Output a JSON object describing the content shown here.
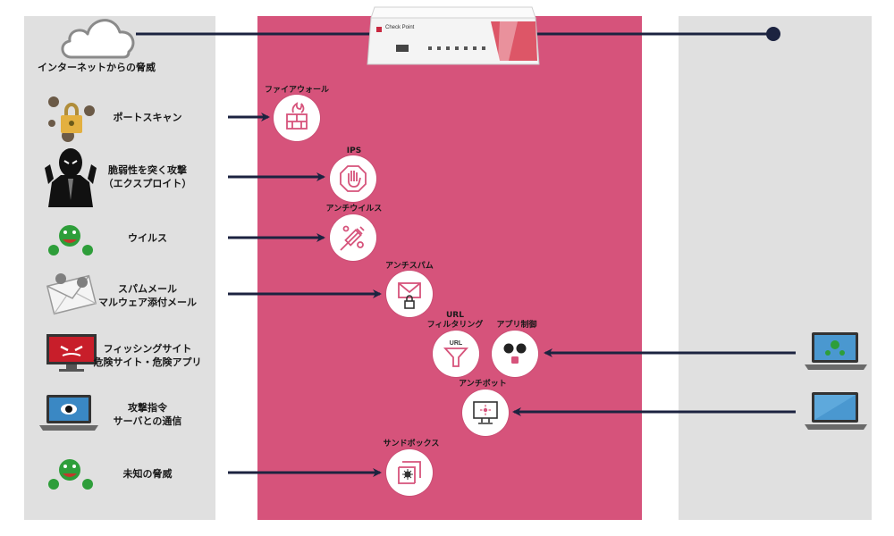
{
  "internet": {
    "label": "インターネットからの脅威",
    "icon": "cloud-icon"
  },
  "device": {
    "brand": "Check Point",
    "icon": "firewall-appliance-icon"
  },
  "threats": [
    {
      "lines": [
        "ポートスキャン"
      ],
      "icon": "port-scan-lock-icon"
    },
    {
      "lines": [
        "脆弱性を突く攻撃",
        "（エクスプロイト）"
      ],
      "icon": "hacker-icon"
    },
    {
      "lines": [
        "ウイルス"
      ],
      "icon": "virus-icon"
    },
    {
      "lines": [
        "スパムメール",
        "マルウェア添付メール"
      ],
      "icon": "spam-mail-icon"
    },
    {
      "lines": [
        "フィッシングサイト",
        "危険サイト・危険アプリ"
      ],
      "icon": "phishing-monitor-icon"
    },
    {
      "lines": [
        "攻撃指令",
        "サーバとの通信"
      ],
      "icon": "bot-laptop-icon"
    },
    {
      "lines": [
        "未知の脅威"
      ],
      "icon": "unknown-virus-icon"
    }
  ],
  "features": {
    "firewall": {
      "label": "ファイアウォール"
    },
    "ips": {
      "label": "IPS"
    },
    "antivirus": {
      "label": "アンチウイルス"
    },
    "antispam": {
      "label": "アンチスパム"
    },
    "url_filtering": {
      "line1": "URL",
      "line2": "フィルタリング"
    },
    "app_control": {
      "label": "アプリ制御"
    },
    "antibot": {
      "label": "アンチボット"
    },
    "sandbox": {
      "label": "サンドボックス"
    }
  },
  "colors": {
    "center_panel": "#d6537b",
    "side_panels": "#e0e0e0",
    "arrows": "#1c2340"
  }
}
